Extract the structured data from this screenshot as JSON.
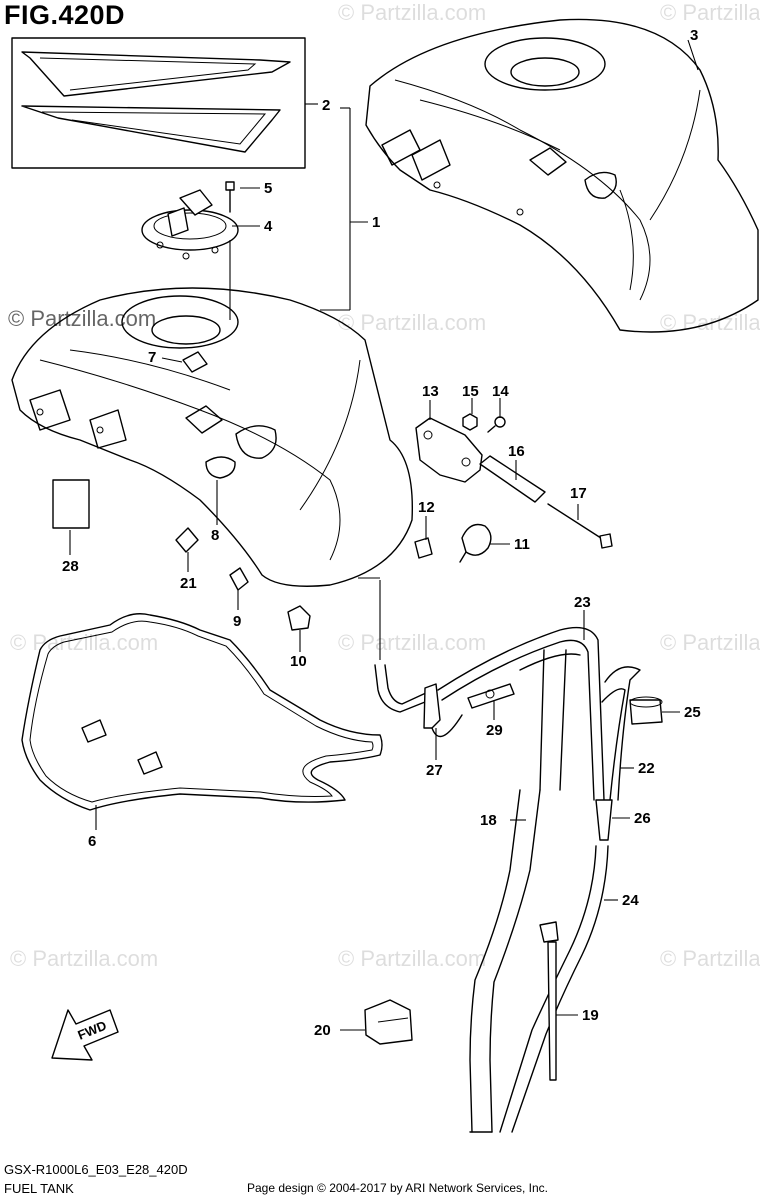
{
  "figure": {
    "title": "FIG.420D",
    "model_code": "GSX-R1000L6_E03_E28_420D",
    "section_title": "FUEL TANK",
    "credit": "Page design © 2004-2017 by ARI Network Services, Inc.",
    "watermark_primary": "© Partzilla.com",
    "watermark_repeat": "© Partzilla.com",
    "fwd_label": "FWD"
  },
  "callouts": [
    "1",
    "2",
    "3",
    "4",
    "5",
    "6",
    "7",
    "8",
    "9",
    "10",
    "11",
    "12",
    "13",
    "14",
    "15",
    "16",
    "17",
    "18",
    "19",
    "20",
    "21",
    "22",
    "23",
    "24",
    "25",
    "26",
    "27",
    "28",
    "29"
  ]
}
